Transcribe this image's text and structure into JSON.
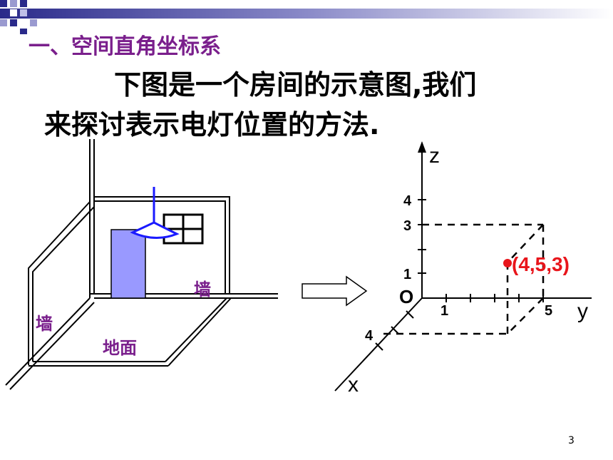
{
  "title": "一、空间直角坐标系",
  "body": {
    "line1": "下图是一个房间的示意图,我们",
    "line2": "来探讨表示电灯位置的方法."
  },
  "room": {
    "wall_right_label": "墙",
    "wall_left_label": "墙",
    "floor_label": "地面"
  },
  "axes": {
    "z_label": "z",
    "y_label": "y",
    "x_label": "x",
    "origin_label": "O",
    "z_ticks": [
      "4",
      "3",
      "1"
    ],
    "y_ticks": [
      "1",
      "5"
    ],
    "x_ticks": [
      "4"
    ],
    "point_label": "(4,5,3)"
  },
  "colors": {
    "title": "#7a1f8c",
    "lamp": "#1a1aff",
    "door": "#9999ff",
    "point": "#e8151b"
  },
  "page_number": "3"
}
